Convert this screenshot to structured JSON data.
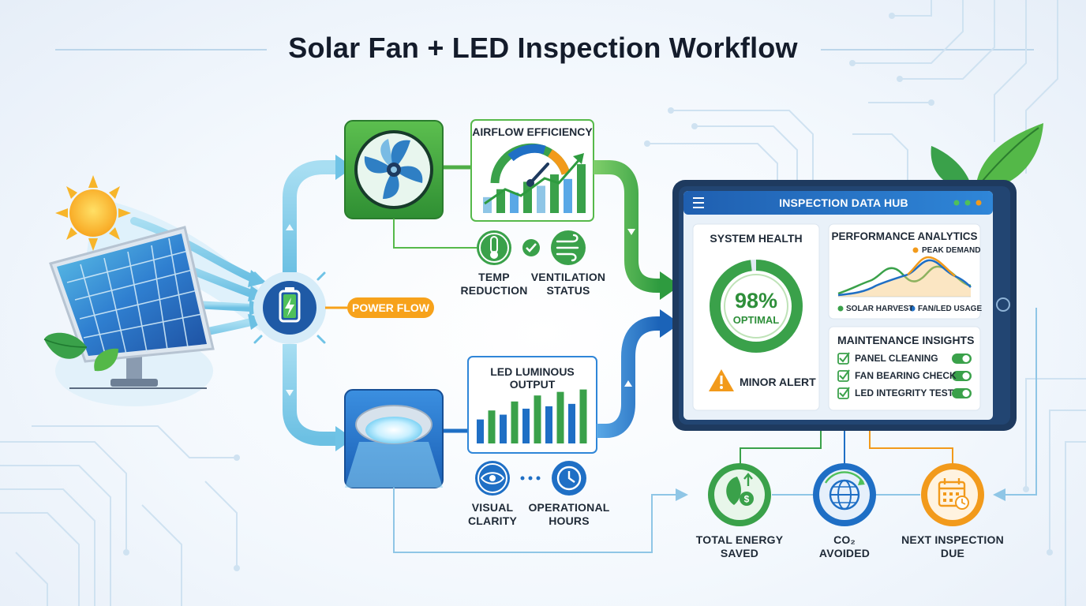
{
  "title": "Solar Fan + LED Inspection Workflow",
  "power_flow_label": "POWER FLOW",
  "airflow": {
    "title": "AIRFLOW EFFICIENCY",
    "bars": [
      0.28,
      0.42,
      0.36,
      0.55,
      0.48,
      0.68,
      0.6,
      0.86
    ],
    "temp_label": "TEMP\nREDUCTION",
    "ventilation_label": "VENTILATION\nSTATUS"
  },
  "led": {
    "title": "LED LUMINOUS OUTPUT",
    "bars": [
      0.4,
      0.55,
      0.48,
      0.7,
      0.58,
      0.8,
      0.62,
      0.86,
      0.66,
      0.9
    ],
    "visual_label": "VISUAL\nCLARITY",
    "hours_label": "OPERATIONAL\nHOURS"
  },
  "hub": {
    "title": "INSPECTION DATA HUB",
    "system_health": {
      "title": "SYSTEM HEALTH",
      "value": "98%",
      "percent": 98,
      "status": "OPTIMAL",
      "alert": "MINOR ALERT"
    },
    "performance": {
      "title": "PERFORMANCE ANALYTICS",
      "peak_label": "PEAK DEMAND",
      "legend_solar": "SOLAR HARVEST",
      "legend_usage": "FAN/LED USAGE"
    },
    "maintenance": {
      "title": "MAINTENANCE INSIGHTS",
      "items": [
        "PANEL CLEANING",
        "FAN BEARING CHECK",
        "LED INTEGRITY TEST"
      ]
    }
  },
  "outputs": {
    "energy_label": "TOTAL ENERGY\nSAVED",
    "co2_label": "CO₂\nAVOIDED",
    "inspection_label": "NEXT INSPECTION\nDUE"
  },
  "colors": {
    "green": "#3aa14a",
    "blue": "#1f6fc5",
    "orange": "#f29a1b",
    "sky": "#6fc3e6",
    "navy": "#1e3a5f"
  }
}
